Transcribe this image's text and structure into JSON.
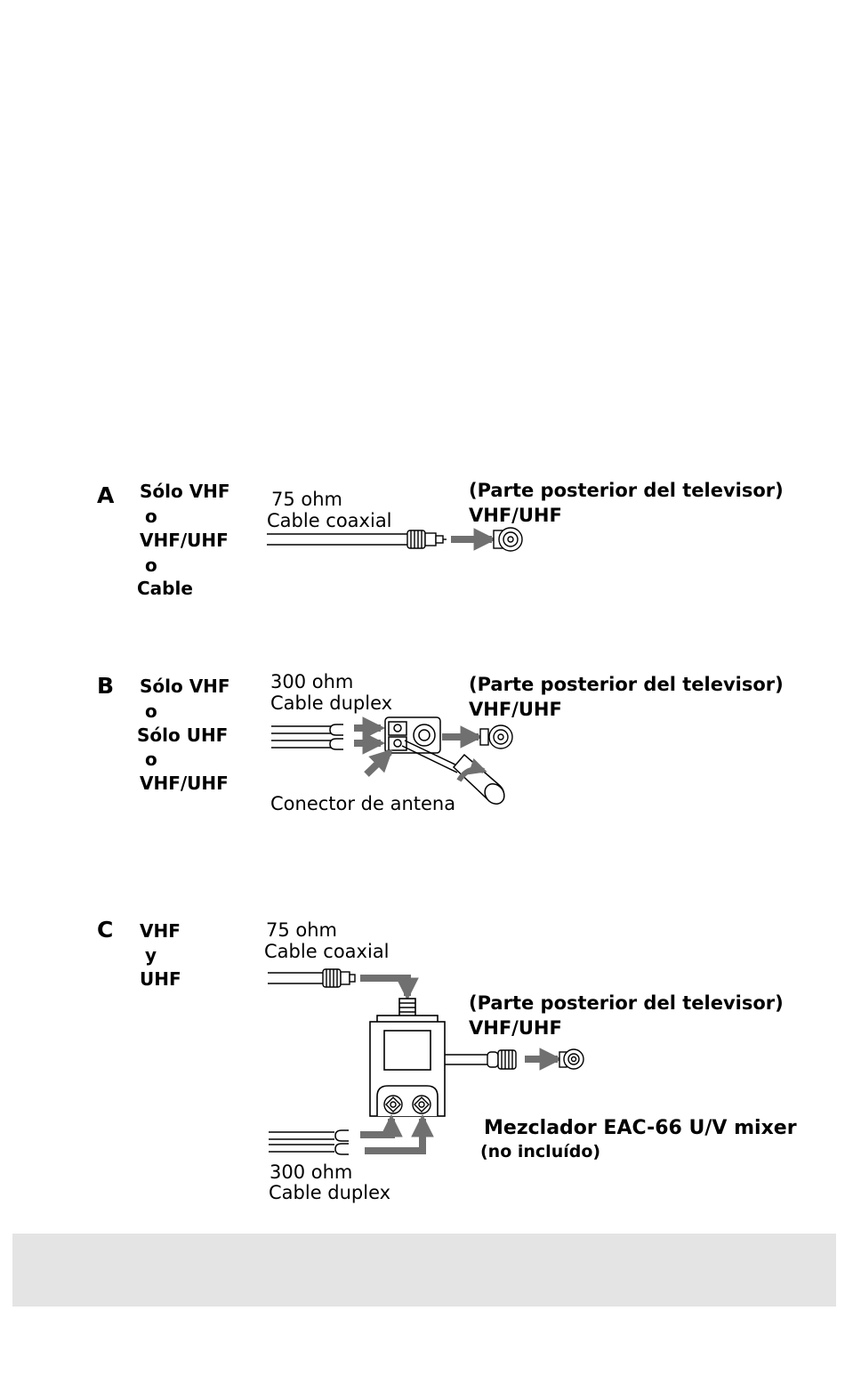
{
  "section_a": {
    "letter": "A",
    "sources": [
      "Sólo VHF",
      "o",
      "VHF/UHF",
      "o",
      "Cable"
    ],
    "cable_ohm": "75 ohm",
    "cable_type": "Cable coaxial",
    "tv_label": "(Parte posterior del televisor)",
    "tv_input": "VHF/UHF"
  },
  "section_b": {
    "letter": "B",
    "sources": [
      "Sólo VHF",
      "o",
      "Sólo UHF",
      "o",
      "VHF/UHF"
    ],
    "cable_ohm": "300 ohm",
    "cable_type": "Cable duplex",
    "connector_label": "Conector de antena",
    "tv_label": "(Parte posterior del televisor)",
    "tv_input": "VHF/UHF"
  },
  "section_c": {
    "letter": "C",
    "sources": [
      "VHF",
      "y",
      "UHF"
    ],
    "coax_ohm": "75 ohm",
    "coax_type": "Cable coaxial",
    "duplex_ohm": "300 ohm",
    "duplex_type": "Cable duplex",
    "tv_label": "(Parte posterior del televisor)",
    "tv_input": "VHF/UHF",
    "mixer_label": "Mezclador EAC-66 U/V mixer",
    "mixer_note": "(no incluído)"
  },
  "colors": {
    "arrow": "#707070",
    "line": "#000000",
    "footer": "#e4e4e4"
  }
}
